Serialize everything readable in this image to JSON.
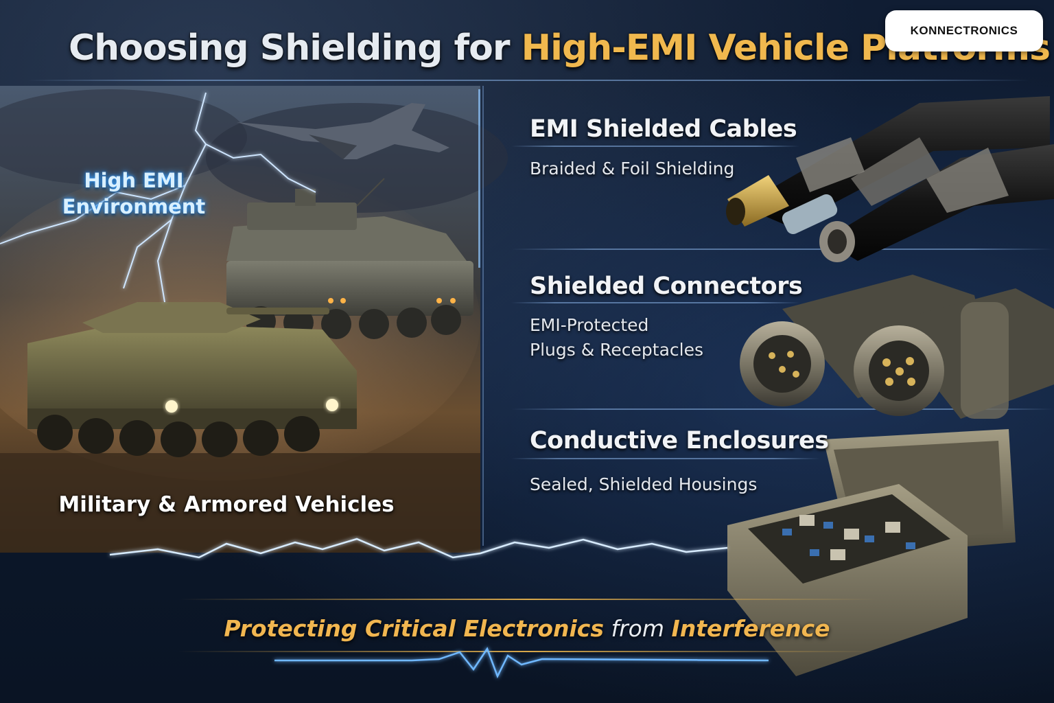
{
  "header": {
    "title_part1": "Choosing Shielding for ",
    "title_part2": "High-EMI Vehicle Platforms",
    "brand": "KONNECTRONICS"
  },
  "left_panel": {
    "environment_label_line1": "High EMI",
    "environment_label_line2": "Environment",
    "vehicles_label": "Military & Armored Vehicles"
  },
  "sections": [
    {
      "title": "EMI Shielded Cables",
      "desc_line1": "Braided & Foil Shielding",
      "icon": "shielded-cable-icon"
    },
    {
      "title": "Shielded Connectors",
      "desc_line1": "EMI-Protected",
      "desc_line2": "Plugs & Receptacles",
      "icon": "circular-connector-icon"
    },
    {
      "title": "Conductive Enclosures",
      "desc_line1": "Sealed, Shielded Housings",
      "icon": "metal-enclosure-icon"
    }
  ],
  "footer": {
    "tagline_part1": "Protecting Critical Electronics",
    "tagline_part2": " from ",
    "tagline_part3": "Interference"
  },
  "colors": {
    "accent_gold": "#f0b84e",
    "background_navy": "#0d1a2e",
    "lightning_blue": "#6fb8ff"
  }
}
